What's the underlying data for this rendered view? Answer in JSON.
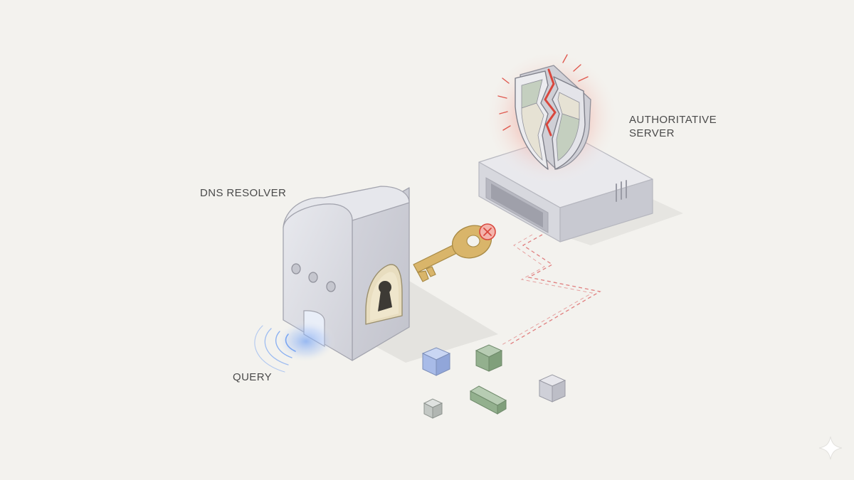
{
  "labels": {
    "dns_resolver": "DNS RESOLVER",
    "query": "QUERY",
    "authoritative_line1": "AUTHORITATIVE",
    "authoritative_line2": "SERVER"
  },
  "icons": {
    "resolver": "padlock-building-icon",
    "key": "key-icon",
    "failure_badge": "x-mark-icon",
    "server": "server-box-icon",
    "shield": "cracked-shield-icon",
    "query_signal": "signal-waves-icon",
    "records": "cube-icon",
    "corner_mark": "sparkle-icon"
  },
  "colors": {
    "background": "#f3f2ee",
    "device": "#dcdde3",
    "key": "#d9b56a",
    "alert": "#e0594f",
    "query_glow": "#7aa6f2",
    "path": "#e07f7f",
    "cube_blue": "#a8bbe8",
    "cube_green": "#8fae8a",
    "cube_gray": "#b9b9c2"
  }
}
